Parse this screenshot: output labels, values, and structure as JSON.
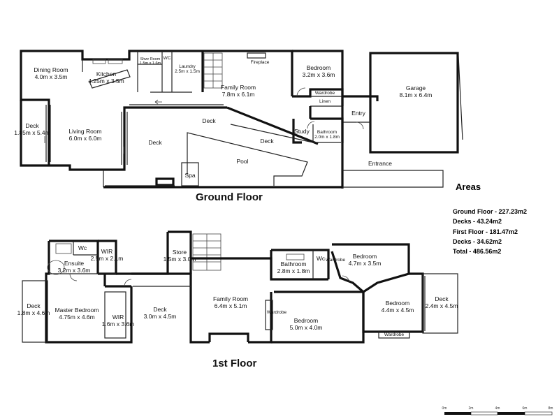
{
  "ground_floor": {
    "title": "Ground Floor",
    "rooms": {
      "dining": {
        "name": "Dining Room",
        "dim": "4.0m x 3.5m"
      },
      "kitchen": {
        "name": "Kitchen",
        "dim": "4.25m x 3.5m"
      },
      "shower": {
        "name": "Shwr Room",
        "dim": "1.5m x 1.6m"
      },
      "wc": {
        "name": "WC"
      },
      "laundry": {
        "name": "Laundry",
        "dim": "2.5m x 1.5m"
      },
      "fireplace": {
        "name": "Fireplace"
      },
      "family": {
        "name": "Family Room",
        "dim": "7.8m x 6.1m"
      },
      "bedroom": {
        "name": "Bedroom",
        "dim": "3.2m x 3.6m"
      },
      "wardrobe": {
        "name": "Wardrobe"
      },
      "linen": {
        "name": "Linen"
      },
      "garage": {
        "name": "Garage",
        "dim": "8.1m x 6.4m"
      },
      "entry": {
        "name": "Entry"
      },
      "study": {
        "name": "Study"
      },
      "bathroom": {
        "name": "Bathroom",
        "dim": "2.0m x 1.8m"
      },
      "deck_left": {
        "name": "Deck",
        "dim": "1.85m x 5.4m"
      },
      "living": {
        "name": "Living Room",
        "dim": "6.0m x 6.0m"
      },
      "deck_upper": {
        "name": "Deck"
      },
      "deck_mid": {
        "name": "Deck"
      },
      "deck_main": {
        "name": "Deck"
      },
      "pool": {
        "name": "Pool"
      },
      "spa": {
        "name": "Spa"
      },
      "entrance": {
        "name": "Entrance"
      }
    }
  },
  "first_floor": {
    "title": "1st Floor",
    "rooms": {
      "ensuite": {
        "name": "Ensuite",
        "dim": "3.2m x 3.6m"
      },
      "wc": {
        "name": "Wc"
      },
      "wir_top": {
        "name": "WIR",
        "dim": "2.5m x 2.1m"
      },
      "store": {
        "name": "Store",
        "dim": "1.5m x 3.0m"
      },
      "deck_left": {
        "name": "Deck",
        "dim": "1.8m x 4.6m"
      },
      "master": {
        "name": "Master Bedroom",
        "dim": "4.75m x 4.6m"
      },
      "wir_bottom": {
        "name": "WIR",
        "dim": "1.6m x 3.6m"
      },
      "deck_mid": {
        "name": "Deck",
        "dim": "3.0m x 4.5m"
      },
      "family": {
        "name": "Family Room",
        "dim": "6.4m x 5.1m"
      },
      "bathroom": {
        "name": "Bathroom",
        "dim": "2.8m x 1.8m"
      },
      "wc2": {
        "name": "Wc"
      },
      "wardrobe_top": {
        "name": "Wardrobe"
      },
      "bedroom_top": {
        "name": "Bedroom",
        "dim": "4.7m x 3.5m"
      },
      "bedroom_right": {
        "name": "Bedroom",
        "dim": "4.4m x 4.5m"
      },
      "deck_right": {
        "name": "Deck",
        "dim": "2.4m x 4.5m"
      },
      "wardrobe_mid": {
        "name": "Wardrobe"
      },
      "bedroom_mid": {
        "name": "Bedroom",
        "dim": "5.0m x 4.0m"
      },
      "wardrobe_bottom": {
        "name": "Wardrobe"
      }
    }
  },
  "areas": {
    "title": "Areas",
    "lines": [
      "Ground Floor - 227.23m2",
      "Decks - 43.24m2",
      "First Floor - 181.47m2",
      "Decks - 34.62m2",
      "Total - 486.56m2"
    ]
  },
  "scale": {
    "labels": [
      "0m",
      "2m",
      "4m",
      "6m",
      "8m"
    ]
  }
}
